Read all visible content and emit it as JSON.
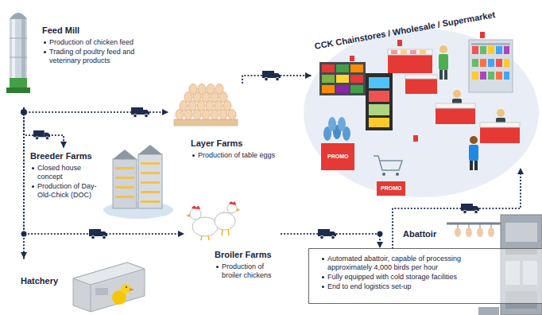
{
  "diagram": {
    "nodes": [
      {
        "text": [
          "Feed Mill",
          "Production of chicken feed",
          "Trading of poultry feed and veterinary products"
        ]
      },
      {
        "text": [
          "CCK Chainstores / Wholesale / Supermarket"
        ]
      },
      {
        "text": [
          "Breeder Farms",
          "Closed house concept",
          "Production of Day-Old-Chick (DOC)"
        ]
      },
      {
        "text": [
          "Layer Farms",
          "Production of table eggs"
        ]
      },
      {
        "text": [
          "Broiler Farms",
          "Production of broiler chickens"
        ]
      },
      {
        "text": [
          "Abattoir",
          "Automated abattoir, capable of processing approximately 4,000 birds per hour",
          "Fully equipped with cold storage facilities",
          "End to end logistics set-up"
        ]
      },
      {
        "text": [
          "Hatchery"
        ]
      }
    ],
    "edges": [
      {
        "from": 0,
        "to": 3,
        "arrow": "to"
      },
      {
        "from": 0,
        "to": 2,
        "arrow": "to"
      },
      {
        "from": 0,
        "to": 4,
        "arrow": "to"
      },
      {
        "from": 0,
        "to": 6,
        "arrow": "to"
      },
      {
        "from": 3,
        "to": 1,
        "arrow": "to"
      },
      {
        "from": 4,
        "to": 5,
        "arrow": "to"
      },
      {
        "from": 5,
        "to": 1,
        "arrow": "to"
      }
    ],
    "labels": [
      "PROMO",
      "PROMO"
    ]
  }
}
